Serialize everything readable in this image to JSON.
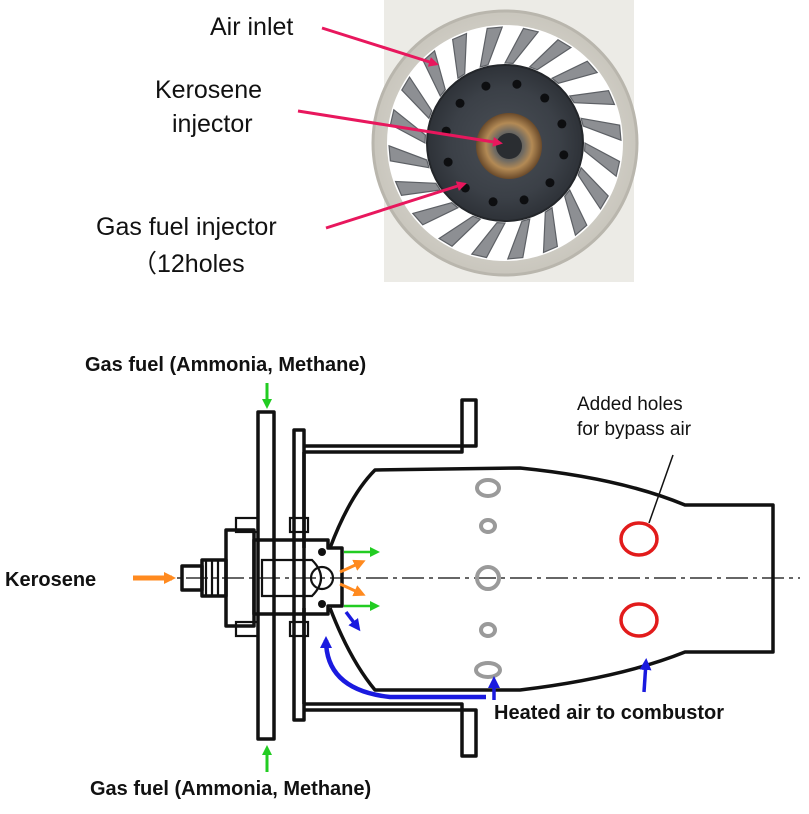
{
  "photo_labels": {
    "air_inlet": "Air inlet",
    "kerosene_injector_line1": "Kerosene",
    "kerosene_injector_line2": "injector",
    "gas_fuel_injector_line1": "Gas fuel injector",
    "gas_fuel_injector_line2": "（12holes"
  },
  "diagram_labels": {
    "gas_fuel_top": "Gas fuel (Ammonia, Methane)",
    "gas_fuel_bottom": "Gas fuel (Ammonia, Methane)",
    "kerosene": "Kerosene",
    "added_holes_line1": "Added holes",
    "added_holes_line2": "for bypass air",
    "heated_air": "Heated air to combustor"
  },
  "colors": {
    "pointer_arrow": "#e8175d",
    "gas_arrow": "#22cc22",
    "kerosene_arrow": "#ff8a1f",
    "air_arrow": "#1a1adf",
    "bypass_hole": "#e21b1b",
    "primary_hole": "#9a9a9a"
  },
  "photo_counts": {
    "gas_fuel_holes": 12,
    "swirler_vanes": 20
  }
}
